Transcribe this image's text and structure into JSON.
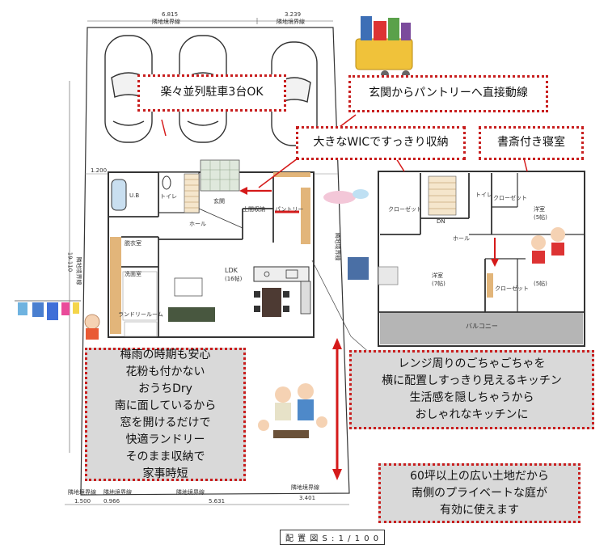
{
  "site": {
    "top_dims": [
      "6.815",
      "3.239"
    ],
    "top_boundary": [
      "隣地境界線",
      "隣地境界線"
    ],
    "left_dim": "19.110",
    "left_boundary": "隣地境界線",
    "right_boundary": "隣地境界線",
    "inner_dim": "1.200",
    "bottom_boundary": [
      "隣地境界線",
      "隣地境界線",
      "隣地境界線",
      "隣地境界線"
    ],
    "bottom_dims": [
      "1.500",
      "0.966",
      "5.631",
      "3.401"
    ],
    "scale": "配 置 図  S : 1 / 1 0 0"
  },
  "first_floor": {
    "rooms": {
      "bath": "U.B",
      "toilet": "トイレ",
      "entrance": "玄関",
      "doma": "土間収納",
      "pantry": "パントリー",
      "hall": "ホール",
      "washroom": "脱衣室",
      "vanity": "洗面室",
      "laundry": "ランドリールーム",
      "ldk": "LDK",
      "ldk_size": "(16帖)"
    }
  },
  "second_floor": {
    "rooms": {
      "closet_a": "クローゼット",
      "closet_b": "クローゼット",
      "closet_c": "クローゼット",
      "room_a": "洋室",
      "room_a_size": "(5帖)",
      "room_b": "洋室",
      "room_b_size": "(7帖)",
      "room_c": "(5帖)",
      "hall": "ホール",
      "toilet": "トイレ",
      "dn": "DN",
      "balcony": "バルコニー"
    }
  },
  "callouts": {
    "parking": "楽々並列駐車3台OK",
    "pantry_route": "玄関からパントリーへ直接動線",
    "wic": "大きなWICですっきり収納",
    "study": "書斎付き寝室",
    "laundry_lines": [
      "梅雨の時期も安心",
      "花粉も付かない",
      "おうちDry",
      "南に面しているから",
      "窓を開けるだけで",
      "快適ランドリー",
      "そのまま収納で",
      "家事時短"
    ],
    "kitchen_lines": [
      "レンジ周りのごちゃごちゃを",
      "横に配置しすっきり見えるキッチン",
      "生活感を隠しちゃうから",
      "おしゃれなキッチンに"
    ],
    "garden_lines": [
      "60坪以上の広い土地だから",
      "南側のプライベートな庭が",
      "有効に使えます"
    ]
  },
  "colors": {
    "callout_border": "#c81e1e",
    "callout_gray": "#d9d9d9",
    "wall": "#333333",
    "wood": "#d9a05b",
    "balcony": "#b5b5b5",
    "accent_red": "#d51a1a"
  }
}
